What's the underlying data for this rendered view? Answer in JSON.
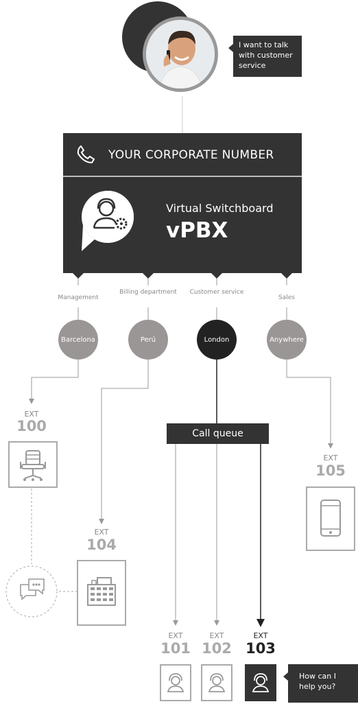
{
  "caller": {
    "speech": "I want to talk with customer service"
  },
  "pbx": {
    "corporate_number": "YOUR CORPORATE NUMBER",
    "label": "Virtual Switchboard",
    "title": "vPBX"
  },
  "departments": [
    {
      "name": "Management",
      "city": "Barcelona"
    },
    {
      "name": "Billing department",
      "city": "Perú"
    },
    {
      "name": "Customer service",
      "city": "London"
    },
    {
      "name": "Sales",
      "city": "Anywhere"
    }
  ],
  "queue": {
    "label": "Call queue"
  },
  "extensions": {
    "e100": {
      "label": "EXT",
      "number": "100"
    },
    "e104": {
      "label": "EXT",
      "number": "104"
    },
    "e105": {
      "label": "EXT",
      "number": "105"
    },
    "e101": {
      "label": "EXT",
      "number": "101"
    },
    "e102": {
      "label": "EXT",
      "number": "102"
    },
    "e103": {
      "label": "EXT",
      "number": "103"
    }
  },
  "agent": {
    "speech": "How can I help you?"
  },
  "colors": {
    "dark": "#333333",
    "grey": "#9a9695",
    "line": "#999999"
  }
}
